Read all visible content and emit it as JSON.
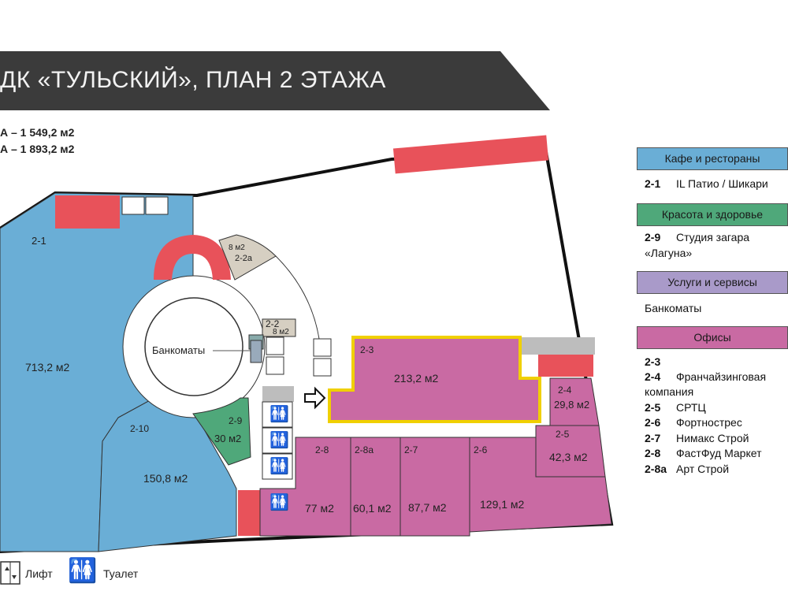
{
  "header": {
    "title": "ДК «ТУЛЬСКИЙ», ПЛАН 2 ЭТАЖА"
  },
  "areas": {
    "line1": "А – 1 549,2 м2",
    "line2": "А – 1 893,2 м2"
  },
  "plan": {
    "unit_labels": {
      "u21": "2-1",
      "u22": "2-2",
      "u22a": "2-2а",
      "u23": "2-3",
      "u24": "2-4",
      "u25": "2-5",
      "u26": "2-6",
      "u27": "2-7",
      "u28": "2-8",
      "u28a": "2-8а",
      "u29": "2-9",
      "u210": "2-10"
    },
    "unit_areas": {
      "u21": "713,2 м2",
      "u22": "8 м2",
      "u22a": "8 м2",
      "u23": "213,2 м2",
      "u24": "29,8 м2",
      "u25": "42,3 м2",
      "u26": "129,1 м2",
      "u27": "87,7 м2",
      "u28": "77 м2",
      "u28a": "60,1 м2",
      "u29": "30 м2",
      "u210": "150,8 м2"
    },
    "atm_label": "Банкоматы"
  },
  "legend": {
    "categories": [
      {
        "label": "Кафе и рестораны",
        "color": "#6aaed6"
      },
      {
        "label": "Красота и здоровье",
        "color": "#4fa87a"
      },
      {
        "label": "Услуги и сервисы",
        "color": "#a99ac9"
      },
      {
        "label": "Офисы",
        "color": "#c96aa3"
      }
    ],
    "cafe_entries": [
      {
        "code": "2-1",
        "name": "IL Патио / Шикари"
      }
    ],
    "beauty_entries": [
      {
        "code": "2-9",
        "name": "Студия загара"
      },
      {
        "code": "",
        "name": "«Лагуна»"
      }
    ],
    "service_entries": [
      {
        "code": "",
        "name": "Банкоматы"
      }
    ],
    "office_entries": [
      {
        "code": "2-3",
        "name": ""
      },
      {
        "code": "2-4",
        "name": "Франчайзинговая"
      },
      {
        "code": "",
        "name": "компания"
      },
      {
        "code": "2-5",
        "name": "СРТЦ"
      },
      {
        "code": "2-6",
        "name": "Фортнострес"
      },
      {
        "code": "2-7",
        "name": "Нимакс Строй"
      },
      {
        "code": "2-8",
        "name": "ФастФуд Маркет"
      },
      {
        "code": "2-8а",
        "name": "Арт Строй"
      }
    ]
  },
  "bottom_legend": {
    "lift": "Лифт",
    "toilet": "Туалет"
  },
  "colors": {
    "cafe": "#6aaed6",
    "beauty": "#4fa87a",
    "office": "#c96aa3",
    "red": "#e8525a",
    "tan": "#d6cfc2",
    "grey": "#bdbdbd"
  },
  "icons": {
    "lift": "lift-icon",
    "toilet": "toilet-icon",
    "arrow": "entrance-arrow-icon"
  }
}
